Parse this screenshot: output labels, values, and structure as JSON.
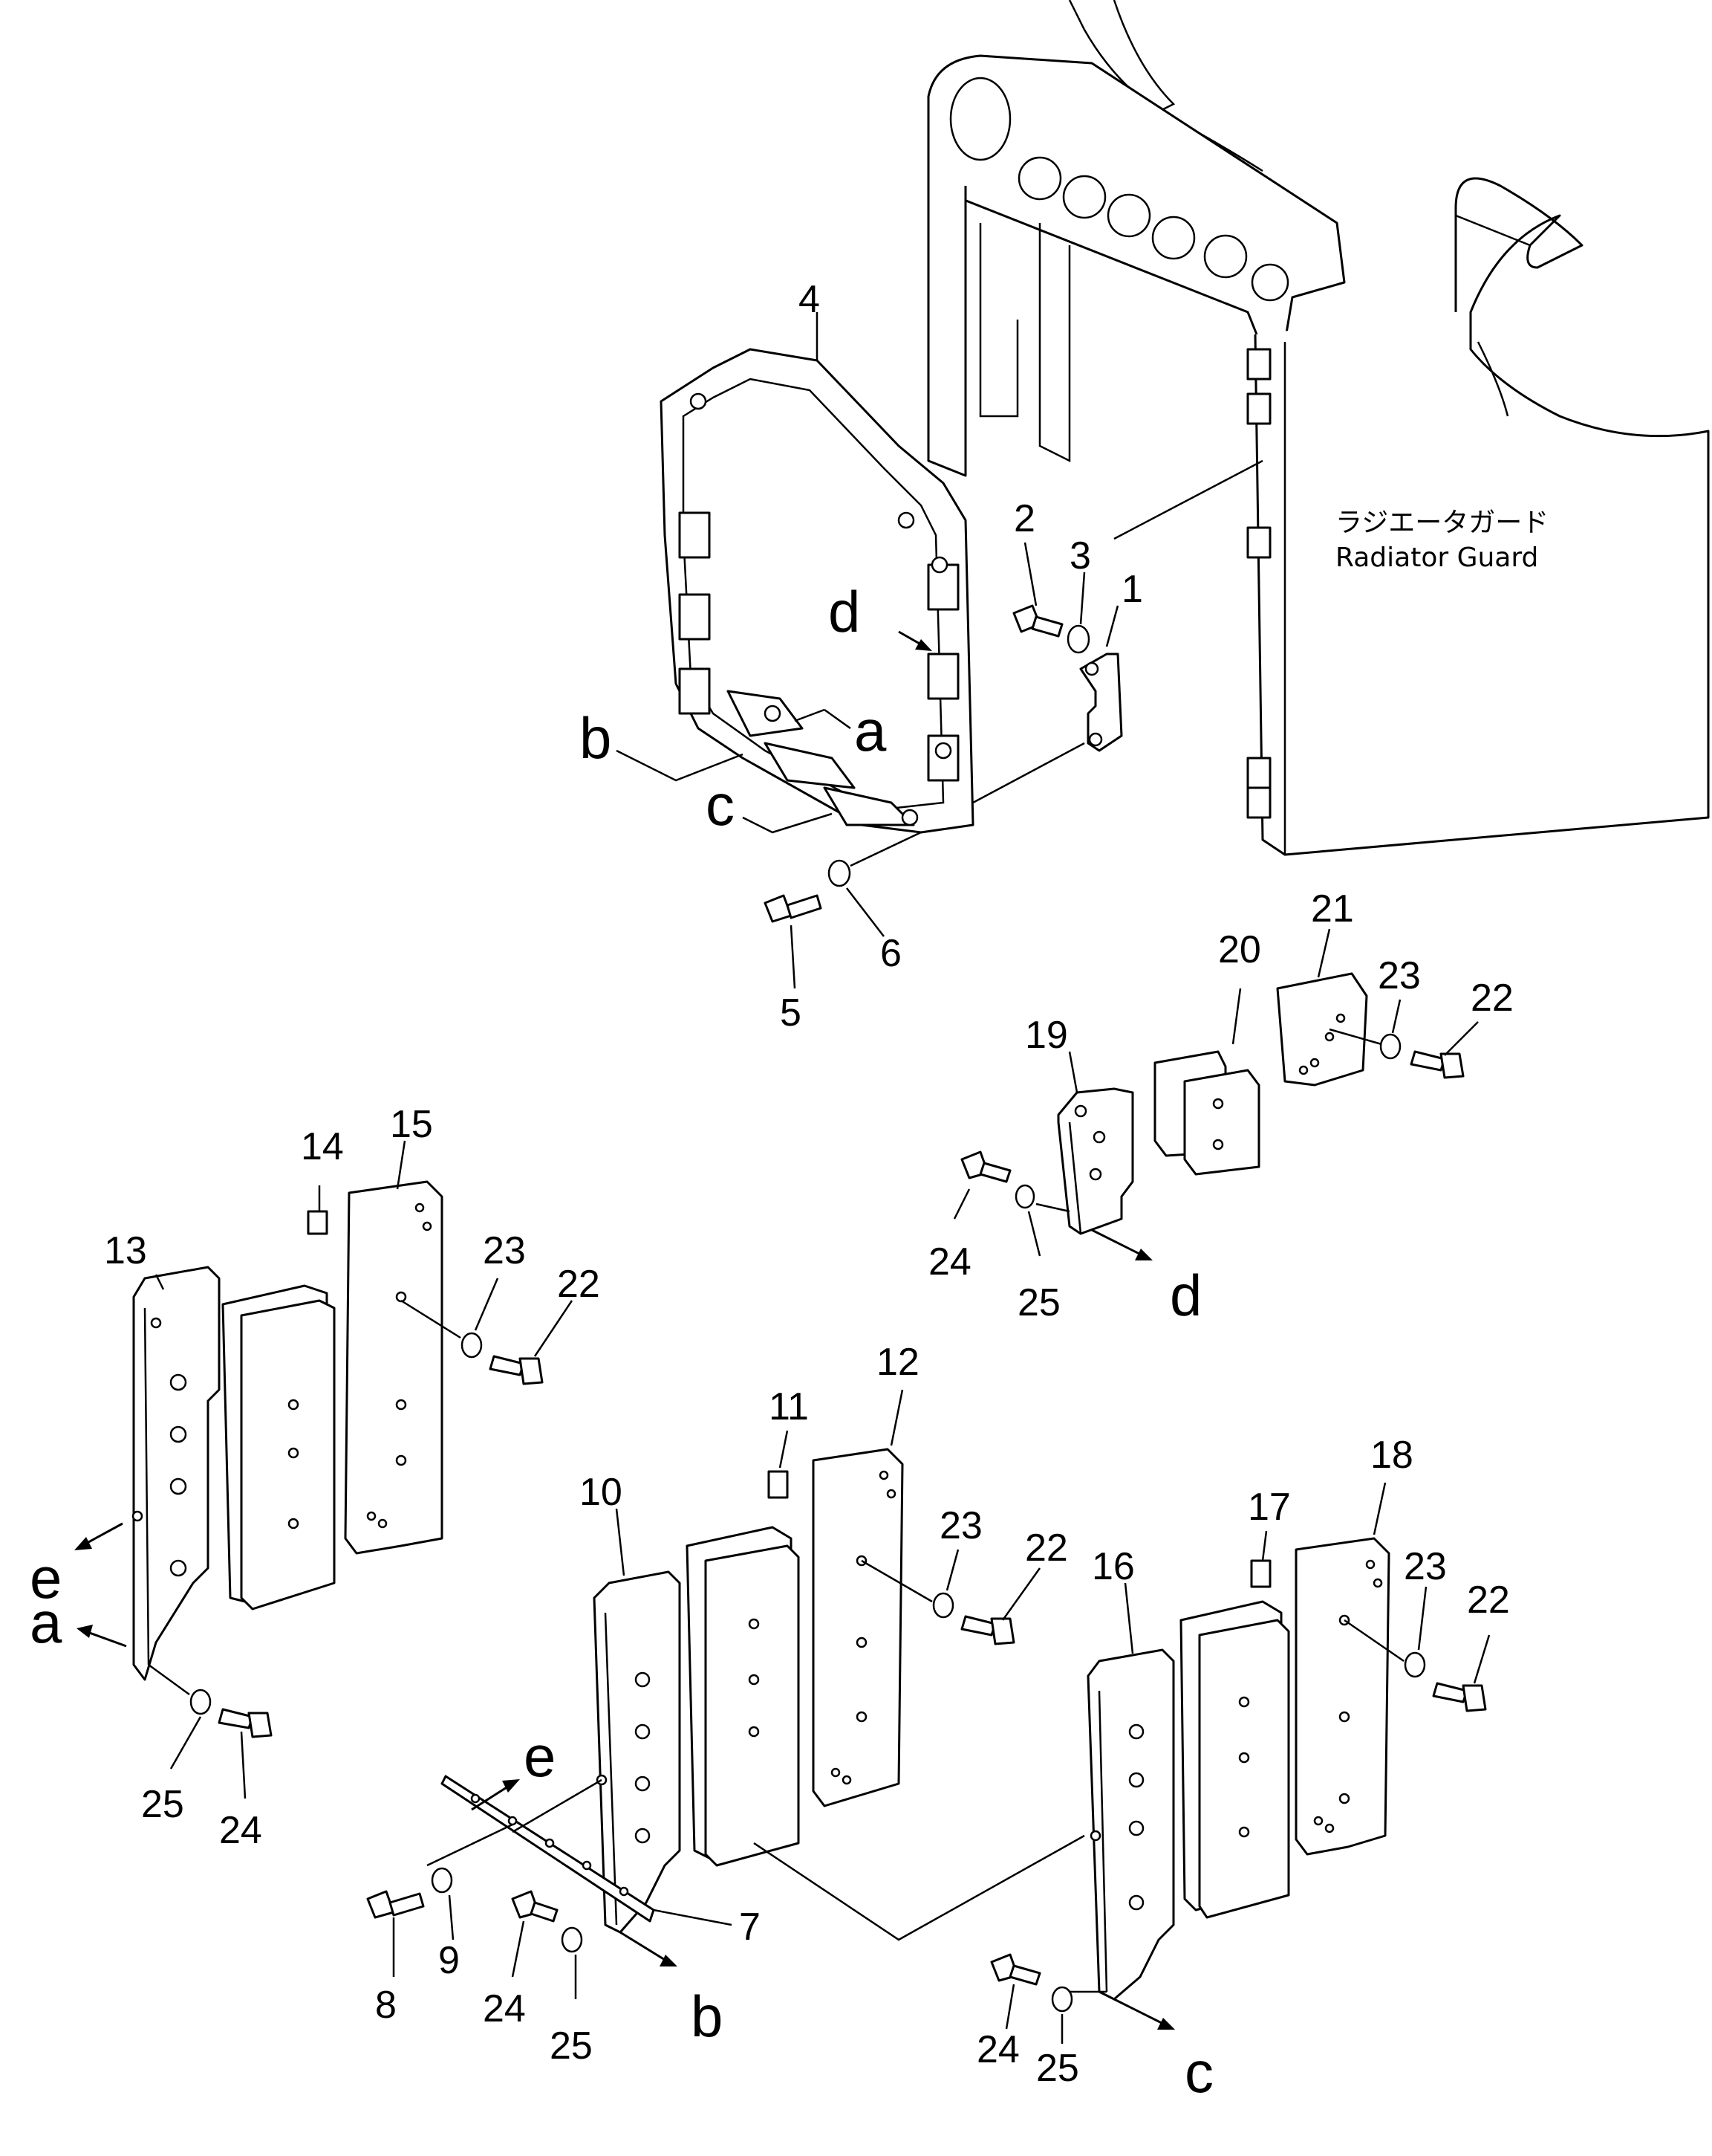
{
  "guard_label": {
    "japanese": "ラジエータガード",
    "english": "Radiator Guard"
  },
  "part_numbers": [
    "1",
    "2",
    "3",
    "4",
    "5",
    "6",
    "7",
    "8",
    "9",
    "10",
    "11",
    "12",
    "13",
    "14",
    "15",
    "16",
    "17",
    "18",
    "19",
    "20",
    "21",
    "22",
    "23",
    "24",
    "25"
  ],
  "labels": {
    "n1": "1",
    "n2": "2",
    "n3": "3",
    "n4": "4",
    "n5": "5",
    "n6": "6",
    "n7": "7",
    "n8": "8",
    "n9": "9",
    "n10": "10",
    "n11": "11",
    "n12": "12",
    "n13": "13",
    "n14": "14",
    "n15": "15",
    "n16": "16",
    "n17": "17",
    "n18": "18",
    "n19": "19",
    "n20": "20",
    "n21": "21",
    "n22": "22",
    "n23": "23",
    "n24": "24",
    "n25": "25"
  },
  "reference_letters": {
    "a": "a",
    "b": "b",
    "c": "c",
    "d": "d",
    "e": "e"
  }
}
